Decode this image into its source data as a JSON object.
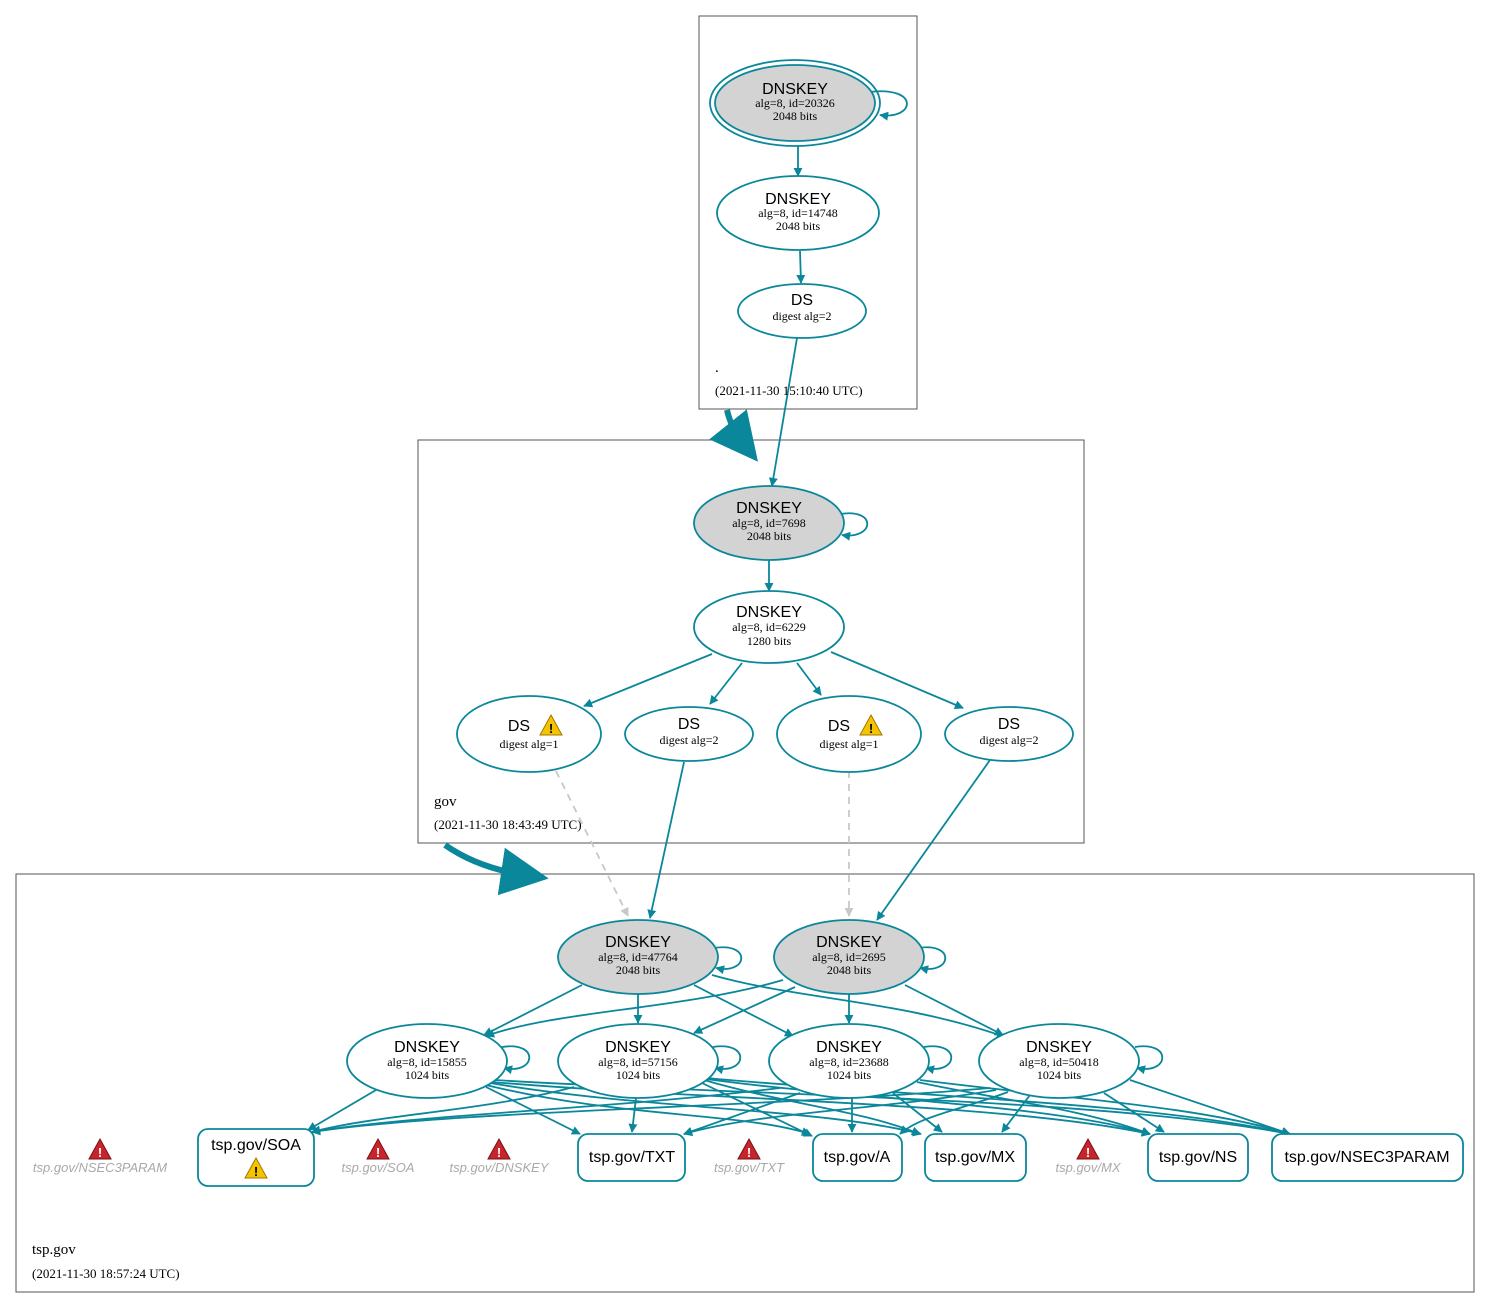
{
  "colors": {
    "edge": "#0a879a",
    "ksk_fill": "#d3d3d3",
    "border": "#555555",
    "warning": "#f4c400",
    "error": "#c8242c",
    "ghost_text": "#a9a9a9",
    "dashed": "#c8c8c8"
  },
  "zones": {
    "root": {
      "name": ".",
      "time": "(2021-11-30 15:10:40 UTC)"
    },
    "gov": {
      "name": "gov",
      "time": "(2021-11-30 18:43:49 UTC)"
    },
    "tsp": {
      "name": "tsp.gov",
      "time": "(2021-11-30 18:57:24 UTC)"
    }
  },
  "nodes": {
    "root_ksk": {
      "title": "DNSKEY",
      "line1": "alg=8, id=20326",
      "line2": "2048 bits"
    },
    "root_zsk": {
      "title": "DNSKEY",
      "line1": "alg=8, id=14748",
      "line2": "2048 bits"
    },
    "root_ds": {
      "title": "DS",
      "line1": "digest alg=2"
    },
    "gov_ksk": {
      "title": "DNSKEY",
      "line1": "alg=8, id=7698",
      "line2": "2048 bits"
    },
    "gov_zsk": {
      "title": "DNSKEY",
      "line1": "alg=8, id=6229",
      "line2": "1280 bits"
    },
    "gov_ds1": {
      "title": "DS",
      "line1": "digest alg=1",
      "icon": "warning-icon"
    },
    "gov_ds2": {
      "title": "DS",
      "line1": "digest alg=2"
    },
    "gov_ds3": {
      "title": "DS",
      "line1": "digest alg=1",
      "icon": "warning-icon"
    },
    "gov_ds4": {
      "title": "DS",
      "line1": "digest alg=2"
    },
    "tsp_ksk1": {
      "title": "DNSKEY",
      "line1": "alg=8, id=47764",
      "line2": "2048 bits"
    },
    "tsp_ksk2": {
      "title": "DNSKEY",
      "line1": "alg=8, id=2695",
      "line2": "2048 bits"
    },
    "tsp_zsk1": {
      "title": "DNSKEY",
      "line1": "alg=8, id=15855",
      "line2": "1024 bits"
    },
    "tsp_zsk2": {
      "title": "DNSKEY",
      "line1": "alg=8, id=57156",
      "line2": "1024 bits"
    },
    "tsp_zsk3": {
      "title": "DNSKEY",
      "line1": "alg=8, id=23688",
      "line2": "1024 bits"
    },
    "tsp_zsk4": {
      "title": "DNSKEY",
      "line1": "alg=8, id=50418",
      "line2": "1024 bits"
    }
  },
  "rrsets": {
    "soa": "tsp.gov/SOA",
    "txt": "tsp.gov/TXT",
    "a": "tsp.gov/A",
    "mx": "tsp.gov/MX",
    "ns": "tsp.gov/NS",
    "nsec3param": "tsp.gov/NSEC3PARAM"
  },
  "ghost_rrsets": {
    "nsec3param": "tsp.gov/NSEC3PARAM",
    "soa": "tsp.gov/SOA",
    "dnskey": "tsp.gov/DNSKEY",
    "txt": "tsp.gov/TXT",
    "mx": "tsp.gov/MX"
  }
}
